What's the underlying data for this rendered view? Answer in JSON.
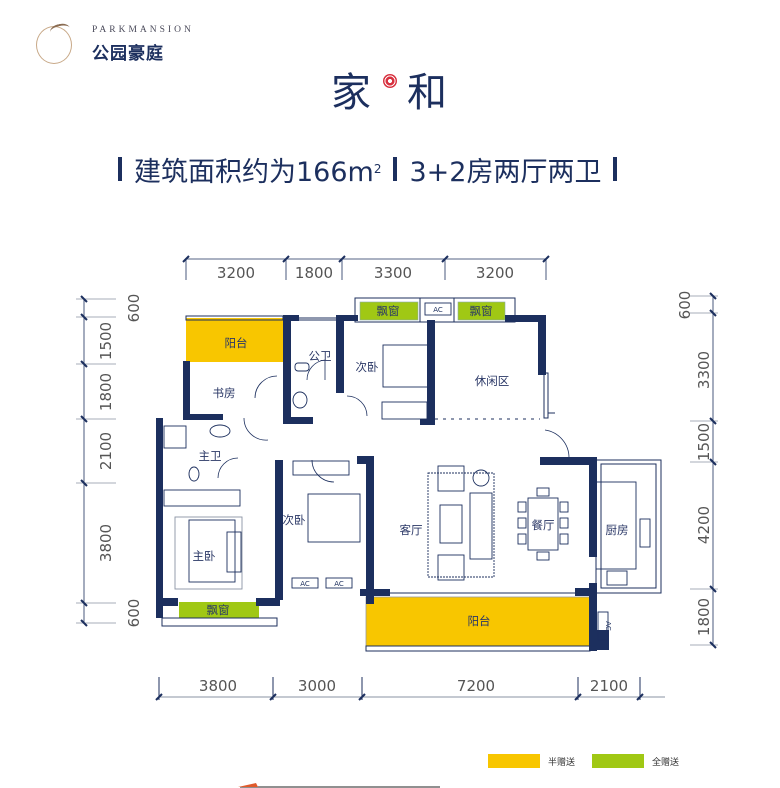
{
  "brand": {
    "name_en": "PARKMANSION",
    "name_cn": "公园豪庭"
  },
  "header": {
    "title_left": "家",
    "title_right": "和",
    "emblem_icon": "red-flower-emblem-icon",
    "area_text": "建筑面积约为166m",
    "area_sup": "2",
    "layout_text": "3+2房两厅两卫"
  },
  "dimensions": {
    "top": [
      "3200",
      "1800",
      "3300",
      "3200"
    ],
    "bottom": [
      "3800",
      "3000",
      "7200",
      "2100"
    ],
    "left": [
      "600",
      "1500",
      "1800",
      "2100",
      "3800",
      "600"
    ],
    "right": [
      "600",
      "3300",
      "1500",
      "4200",
      "1800"
    ]
  },
  "rooms": {
    "balcony_top": "阳台",
    "study": "书房",
    "public_bath": "公卫",
    "second_bedroom_top": "次卧",
    "leisure": "休闲区",
    "master_bath": "主卫",
    "second_bedroom_mid": "次卧",
    "master_bedroom": "主卧",
    "living_room": "客厅",
    "dining_room": "餐厅",
    "kitchen": "厨房",
    "balcony_bottom": "阳台",
    "bay_window_1": "飘窗",
    "bay_window_2": "飘窗",
    "bay_window_3": "飘窗",
    "ac_1": "AC",
    "ac_2": "AC",
    "ac_3": "AC",
    "ac_4": "AC"
  },
  "colors": {
    "wall": "#1c2f5e",
    "half_gift": "#f8c600",
    "full_gift": "#a0c814",
    "dimension_line": "#1c2f5e"
  },
  "legend": [
    {
      "label": "半赠送",
      "color": "#f8c600"
    },
    {
      "label": "全赠送",
      "color": "#a0c814"
    }
  ]
}
